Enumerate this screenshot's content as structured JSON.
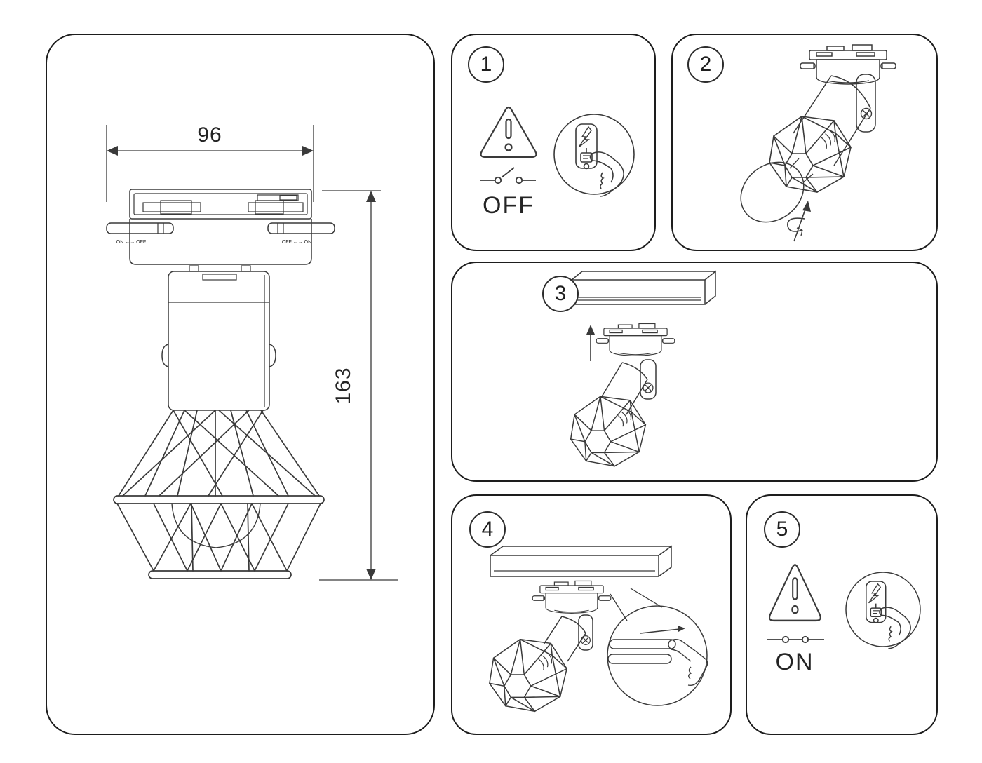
{
  "colors": {
    "background": "#ffffff",
    "line": "#3a3a3a",
    "panel_border": "#1d1d1d"
  },
  "dimension_panel": {
    "width_dim": "96",
    "height_dim": "163",
    "left_lever_direction": "ON ←→ OFF",
    "right_lever_direction": "OFF ←→ ON"
  },
  "steps": [
    {
      "number": "1",
      "power_label": "OFF"
    },
    {
      "number": "2"
    },
    {
      "number": "3"
    },
    {
      "number": "4"
    },
    {
      "number": "5",
      "power_label": "ON"
    }
  ]
}
